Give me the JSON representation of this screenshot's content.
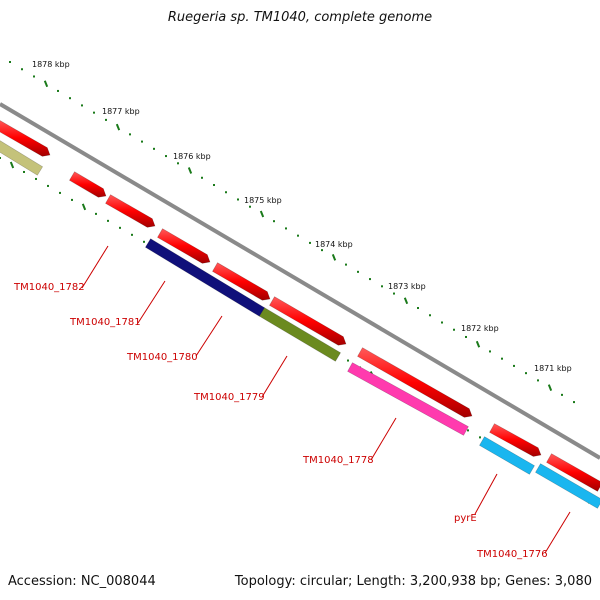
{
  "title": "Ruegeria sp. TM1040, complete genome",
  "footer": {
    "accession": "Accession: NC_008044",
    "summary": "Topology: circular; Length: 3,200,938 bp; Genes: 3,080"
  },
  "kbp_labels": [
    "1878 kbp",
    "1877 kbp",
    "1876 kbp",
    "1875 kbp",
    "1874 kbp",
    "1873 kbp",
    "1872 kbp",
    "1871 kbp"
  ],
  "gene_labels": [
    "TM1040_1782",
    "TM1040_1781",
    "TM1040_1780",
    "TM1040_1779",
    "TM1040_1778",
    "pyrE",
    "TM1040_1776"
  ],
  "colors": {
    "backbone": "#8a8a8a",
    "forward_cds": "#ff0000",
    "tick": "#1a7a1a",
    "label": "#cc0000",
    "olive_light": "#c4c27a",
    "navy": "#10107a",
    "olive_dark": "#6b8a1f",
    "magenta": "#ff3aae",
    "cyan": "#1ab6ef"
  }
}
